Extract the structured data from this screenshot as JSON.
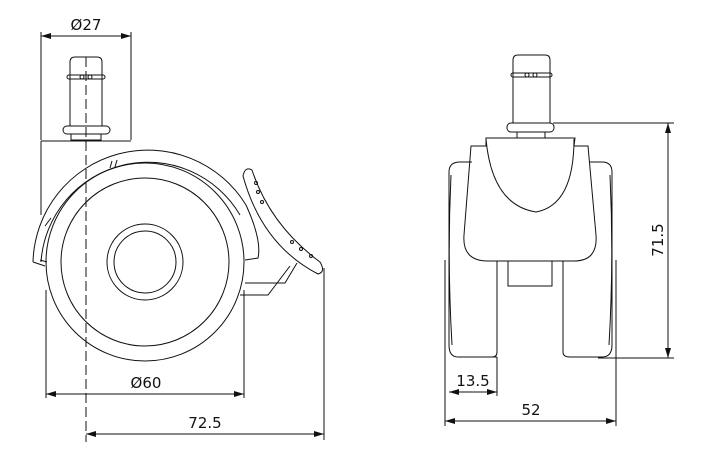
{
  "title": "Caster wheel dimension drawing",
  "side_view": {
    "stem_diameter_label": "Ø27",
    "wheel_diameter_label": "Ø60",
    "overall_depth_label": "72.5"
  },
  "front_view": {
    "height_label": "71.5",
    "wheel_width_label": "13.5",
    "overall_width_label": "52"
  },
  "colors": {
    "line": "#111111",
    "background": "#ffffff"
  }
}
